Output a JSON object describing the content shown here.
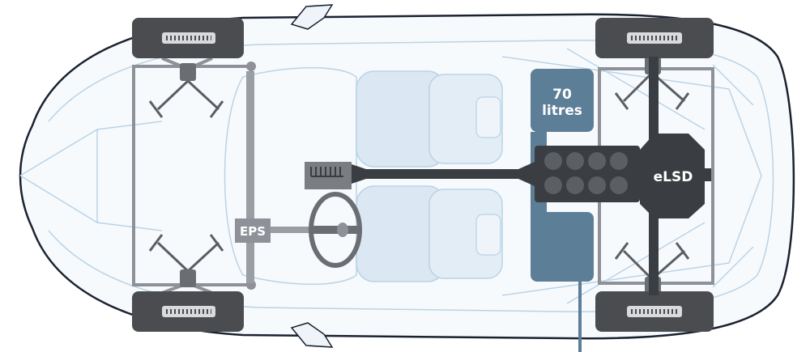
{
  "diagram": {
    "fuel_tank": {
      "capacity_value": "70",
      "capacity_unit": "litres"
    },
    "steering_label": "EPS",
    "differential_label": "eLSD",
    "engine_cylinders": 8
  },
  "colors": {
    "background": "#ffffff",
    "body_outline": "#b9d3e6",
    "body_outline_dark": "#1a2230",
    "seat_fill": "#dbe7f2",
    "drivetrain_dark": "#3a3d42",
    "frame_grey": "#8e9298",
    "tank_blue": "#5d7e97",
    "tyre": "#4a4c50",
    "label_text": "#ffffff"
  }
}
